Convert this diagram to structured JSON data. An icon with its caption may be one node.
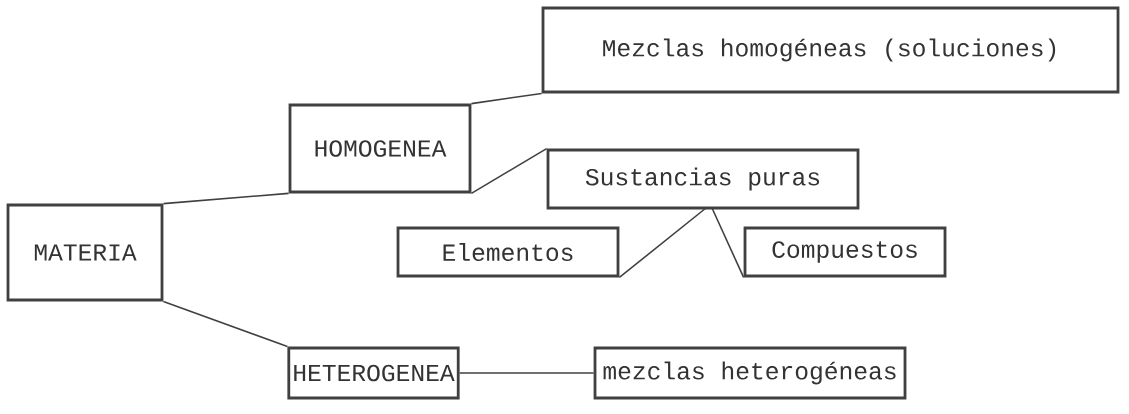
{
  "diagram": {
    "nodes": [
      {
        "text": [
          "MATERIA"
        ]
      },
      {
        "text": [
          "HOMOGENEA"
        ]
      },
      {
        "text": [
          "HETEROGENEA"
        ]
      },
      {
        "text": [
          "Mezclas homogéneas (soluciones)"
        ]
      },
      {
        "text": [
          "Sustancias puras"
        ]
      },
      {
        "text": [
          "Elementos"
        ]
      },
      {
        "text": [
          "Compuestos"
        ]
      },
      {
        "text": [
          "mezclas heterogéneas"
        ]
      }
    ],
    "edges": [
      {
        "from": 0,
        "to": 1,
        "arrow": "none"
      },
      {
        "from": 0,
        "to": 2,
        "arrow": "none"
      },
      {
        "from": 1,
        "to": 3,
        "arrow": "none"
      },
      {
        "from": 1,
        "to": 4,
        "arrow": "none"
      },
      {
        "from": 4,
        "to": 5,
        "arrow": "none"
      },
      {
        "from": 4,
        "to": 6,
        "arrow": "none"
      },
      {
        "from": 2,
        "to": 7,
        "arrow": "none"
      }
    ]
  }
}
